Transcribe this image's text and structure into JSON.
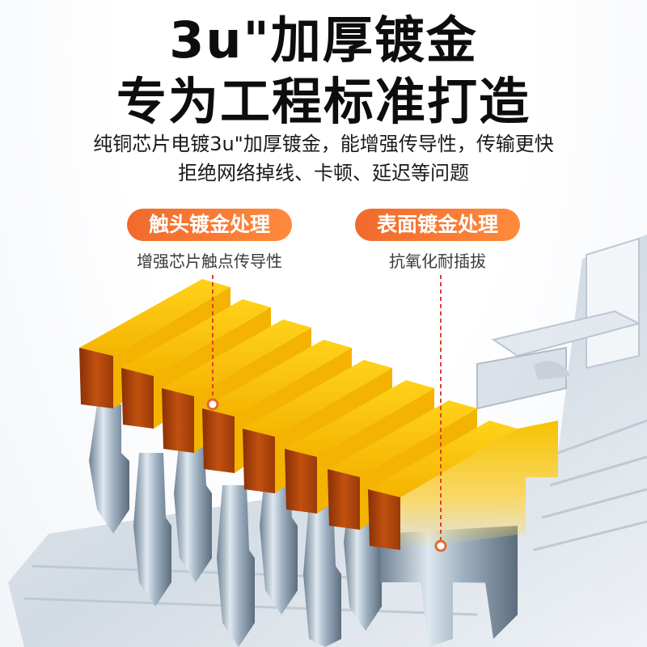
{
  "headline": {
    "line1": "3u\"加厚镀金",
    "line2": "专为工程标准打造"
  },
  "description": {
    "line1": "纯铜芯片电镀3u\"加厚镀金，能增强传导性，传输更快",
    "line2": "拒绝网络掉线、卡顿、延迟等问题"
  },
  "callouts": [
    {
      "label": "触头镀金处理",
      "caption": "增强芯片触点传导性"
    },
    {
      "label": "表面镀金处理",
      "caption": "抗氧化耐插拔"
    }
  ],
  "colors": {
    "accent": "#f07a32",
    "gold": "#f6c200",
    "copper": "#b8460c",
    "steel": "#9fb1c2",
    "marker_line": "#d9462a"
  },
  "product": {
    "contact_count": 8
  }
}
